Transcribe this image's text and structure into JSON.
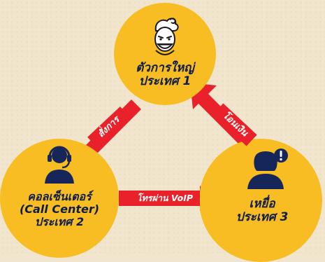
{
  "colors": {
    "background": "#f1e6cd",
    "node_fill": "#f7bd23",
    "text": "#0f1d4a",
    "connector": "#e8212b"
  },
  "nodes": {
    "top": {
      "icon": "boss-icon",
      "lines": [
        "ตัวการใหญ่",
        "ประเทศ 1"
      ]
    },
    "left": {
      "icon": "call-center-agent-icon",
      "lines": [
        "คอลเซ็นเตอร์",
        "(Call Center)",
        "ประเทศ 2"
      ]
    },
    "right": {
      "icon": "victim-alert-icon",
      "lines": [
        "เหยื่อ",
        "ประเทศ 3"
      ]
    }
  },
  "connectors": {
    "command": "สั่งการ",
    "transfer": "โอนเงิน",
    "voip": "โทรผ่าน VoIP"
  }
}
